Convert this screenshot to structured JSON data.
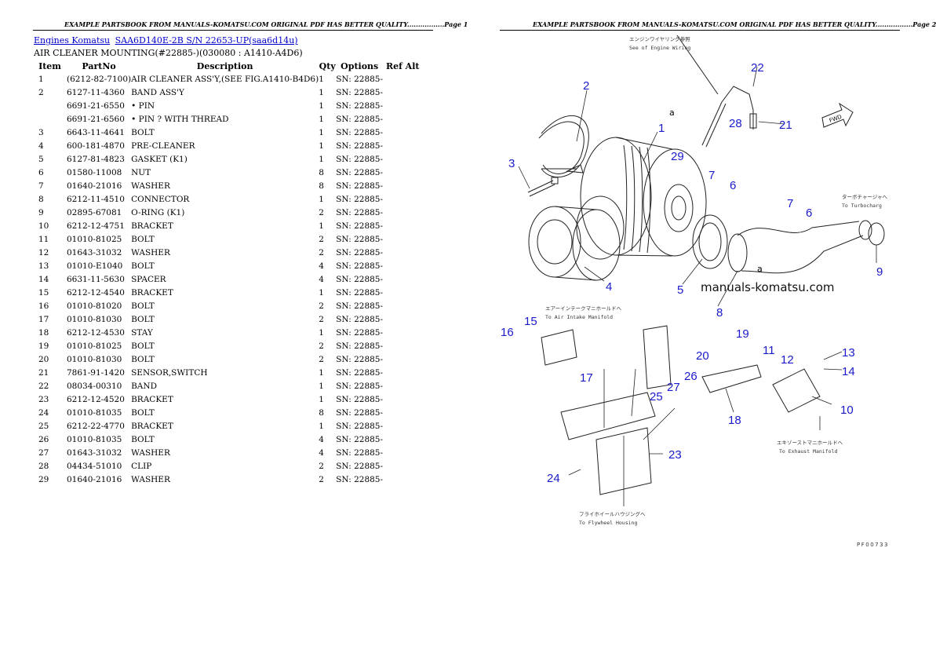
{
  "left_page": {
    "header": "EXAMPLE PARTSBOOK FROM MANUALS-KOMATSU.COM ORIGINAL PDF HAS BETTER QUALITY.................Page 1",
    "breadcrumb": {
      "link1": "Engines Komatsu",
      "link2": "SAA6D140E-2B S/N 22653-UP(saa6d14u)"
    },
    "subtitle": "AIR CLEANER MOUNTING(#22885-)(030080 : A1410-A4D6)",
    "columns": {
      "item": "Item",
      "partno": "PartNo",
      "description": "Description",
      "qty": "Qty",
      "options": "Options",
      "refalt": "Ref Alt"
    },
    "rows": [
      {
        "item": "1",
        "partno": "(6212-82-7100)",
        "desc": "AIR CLEANER ASS'Y,(SEE FIG.A1410-B4D6)",
        "qty": "1",
        "sn": "SN: 22885-"
      },
      {
        "item": "2",
        "partno": "6127-11-4360",
        "desc": "BAND ASS'Y",
        "qty": "1",
        "sn": "SN: 22885-"
      },
      {
        "item": "",
        "partno": "6691-21-6550",
        "desc": "• PIN",
        "qty": "1",
        "sn": "SN: 22885-"
      },
      {
        "item": "",
        "partno": "6691-21-6560",
        "desc": "• PIN ? WITH THREAD",
        "qty": "1",
        "sn": "SN: 22885-"
      },
      {
        "item": "3",
        "partno": "6643-11-4641",
        "desc": "BOLT",
        "qty": "1",
        "sn": "SN: 22885-"
      },
      {
        "item": "4",
        "partno": "600-181-4870",
        "desc": "PRE-CLEANER",
        "qty": "1",
        "sn": "SN: 22885-"
      },
      {
        "item": "5",
        "partno": "6127-81-4823",
        "desc": "GASKET (K1)",
        "qty": "1",
        "sn": "SN: 22885-"
      },
      {
        "item": "6",
        "partno": "01580-11008",
        "desc": "NUT",
        "qty": "8",
        "sn": "SN: 22885-"
      },
      {
        "item": "7",
        "partno": "01640-21016",
        "desc": "WASHER",
        "qty": "8",
        "sn": "SN: 22885-"
      },
      {
        "item": "8",
        "partno": "6212-11-4510",
        "desc": "CONNECTOR",
        "qty": "1",
        "sn": "SN: 22885-"
      },
      {
        "item": "9",
        "partno": "02895-67081",
        "desc": "O-RING (K1)",
        "qty": "2",
        "sn": "SN: 22885-"
      },
      {
        "item": "10",
        "partno": "6212-12-4751",
        "desc": "BRACKET",
        "qty": "1",
        "sn": "SN: 22885-"
      },
      {
        "item": "11",
        "partno": "01010-81025",
        "desc": "BOLT",
        "qty": "2",
        "sn": "SN: 22885-"
      },
      {
        "item": "12",
        "partno": "01643-31032",
        "desc": "WASHER",
        "qty": "2",
        "sn": "SN: 22885-"
      },
      {
        "item": "13",
        "partno": "01010-E1040",
        "desc": "BOLT",
        "qty": "4",
        "sn": "SN: 22885-"
      },
      {
        "item": "14",
        "partno": "6631-11-5630",
        "desc": "SPACER",
        "qty": "4",
        "sn": "SN: 22885-"
      },
      {
        "item": "15",
        "partno": "6212-12-4540",
        "desc": "BRACKET",
        "qty": "1",
        "sn": "SN: 22885-"
      },
      {
        "item": "16",
        "partno": "01010-81020",
        "desc": "BOLT",
        "qty": "2",
        "sn": "SN: 22885-"
      },
      {
        "item": "17",
        "partno": "01010-81030",
        "desc": "BOLT",
        "qty": "2",
        "sn": "SN: 22885-"
      },
      {
        "item": "18",
        "partno": "6212-12-4530",
        "desc": "STAY",
        "qty": "1",
        "sn": "SN: 22885-"
      },
      {
        "item": "19",
        "partno": "01010-81025",
        "desc": "BOLT",
        "qty": "2",
        "sn": "SN: 22885-"
      },
      {
        "item": "20",
        "partno": "01010-81030",
        "desc": "BOLT",
        "qty": "2",
        "sn": "SN: 22885-"
      },
      {
        "item": "21",
        "partno": "7861-91-1420",
        "desc": "SENSOR,SWITCH",
        "qty": "1",
        "sn": "SN: 22885-"
      },
      {
        "item": "22",
        "partno": "08034-00310",
        "desc": "BAND",
        "qty": "1",
        "sn": "SN: 22885-"
      },
      {
        "item": "23",
        "partno": "6212-12-4520",
        "desc": "BRACKET",
        "qty": "1",
        "sn": "SN: 22885-"
      },
      {
        "item": "24",
        "partno": "01010-81035",
        "desc": "BOLT",
        "qty": "8",
        "sn": "SN: 22885-"
      },
      {
        "item": "25",
        "partno": "6212-22-4770",
        "desc": "BRACKET",
        "qty": "1",
        "sn": "SN: 22885-"
      },
      {
        "item": "26",
        "partno": "01010-81035",
        "desc": "BOLT",
        "qty": "4",
        "sn": "SN: 22885-"
      },
      {
        "item": "27",
        "partno": "01643-31032",
        "desc": "WASHER",
        "qty": "4",
        "sn": "SN: 22885-"
      },
      {
        "item": "28",
        "partno": "04434-51010",
        "desc": "CLIP",
        "qty": "2",
        "sn": "SN: 22885-"
      },
      {
        "item": "29",
        "partno": "01640-21016",
        "desc": "WASHER",
        "qty": "2",
        "sn": "SN: 22885-"
      }
    ]
  },
  "right_page": {
    "header": "EXAMPLE PARTSBOOK FROM MANUALS-KOMATSU.COM ORIGINAL PDF HAS BETTER QUALITY.................Page 2",
    "watermark": "manuals-komatsu.com",
    "drawing_code": "PF00733",
    "notes": {
      "engine_wiring_jp": "エンジンワイヤリング参照",
      "engine_wiring_en": "See of Engine Wiring",
      "turbo_jp": "ターボチャージャへ",
      "turbo_en": "To Turbocharg",
      "intake_jp": "エアーインテークマニホールドへ",
      "intake_en": "To Air Intake Manifold",
      "exhaust_jp": "エキゾーストマニホールドへ",
      "exhaust_en": "To Exhaust Manifold",
      "flywheel_jp": "フライホイールハウジングへ",
      "flywheel_en": "To Flywheel Housing",
      "fwd": "FWD",
      "a_label": "a"
    },
    "callouts": {
      "c1": "1",
      "c2": "2",
      "c3": "3",
      "c4": "4",
      "c5": "5",
      "c6a": "6",
      "c6b": "6",
      "c7a": "7",
      "c7b": "7",
      "c8": "8",
      "c9": "9",
      "c10": "10",
      "c11": "11",
      "c12": "12",
      "c13": "13",
      "c14": "14",
      "c15": "15",
      "c16": "16",
      "c17": "17",
      "c18": "18",
      "c19": "19",
      "c20": "20",
      "c21": "21",
      "c22": "22",
      "c23": "23",
      "c24": "24",
      "c25": "25",
      "c26": "26",
      "c27": "27",
      "c28": "28",
      "c29": "29"
    }
  }
}
